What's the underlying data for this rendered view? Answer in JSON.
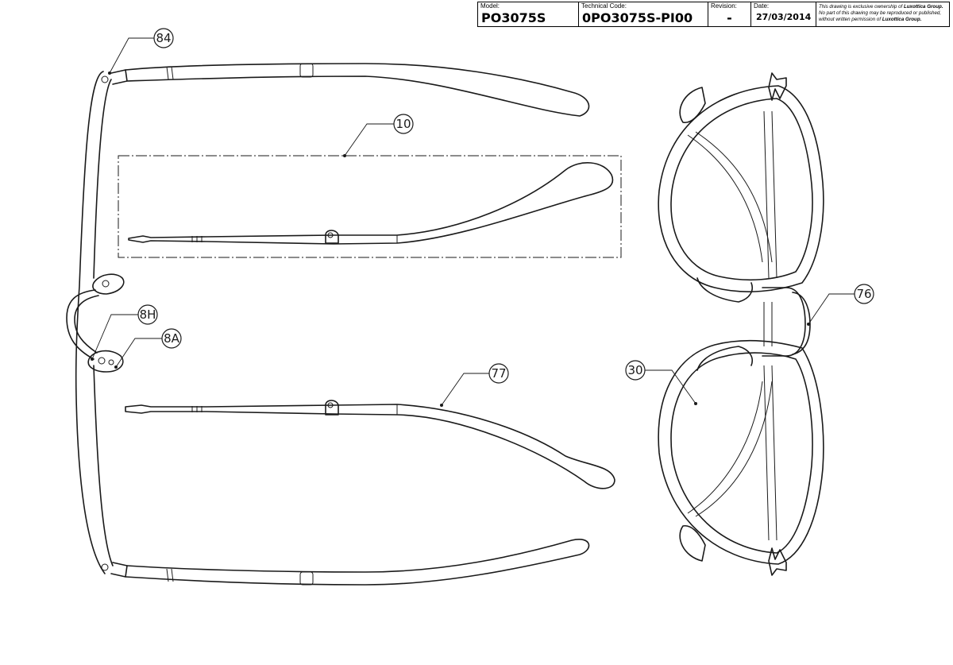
{
  "title_block": {
    "model_label": "Model:",
    "model_value": "PO3075S",
    "technical_code_label": "Technical Code:",
    "technical_code_value": "0PO3075S-PI00",
    "revision_label": "Revision:",
    "revision_value": "-",
    "date_label": "Date:",
    "date_value": "27/03/2014",
    "notice_1": "This drawing is exclusive ownership of",
    "notice_owner": "Luxottica Group.",
    "notice_2": "No part of this drawing may be reproduced or published,",
    "notice_3": "without written permission of",
    "notice_owner_2": "Luxottica Group."
  },
  "callouts": {
    "c84": "84",
    "c10": "10",
    "c8H": "8H",
    "c8A": "8A",
    "c77": "77",
    "c76": "76",
    "c30": "30"
  },
  "colors": {
    "line": "#1a1a1a",
    "background": "#ffffff"
  }
}
